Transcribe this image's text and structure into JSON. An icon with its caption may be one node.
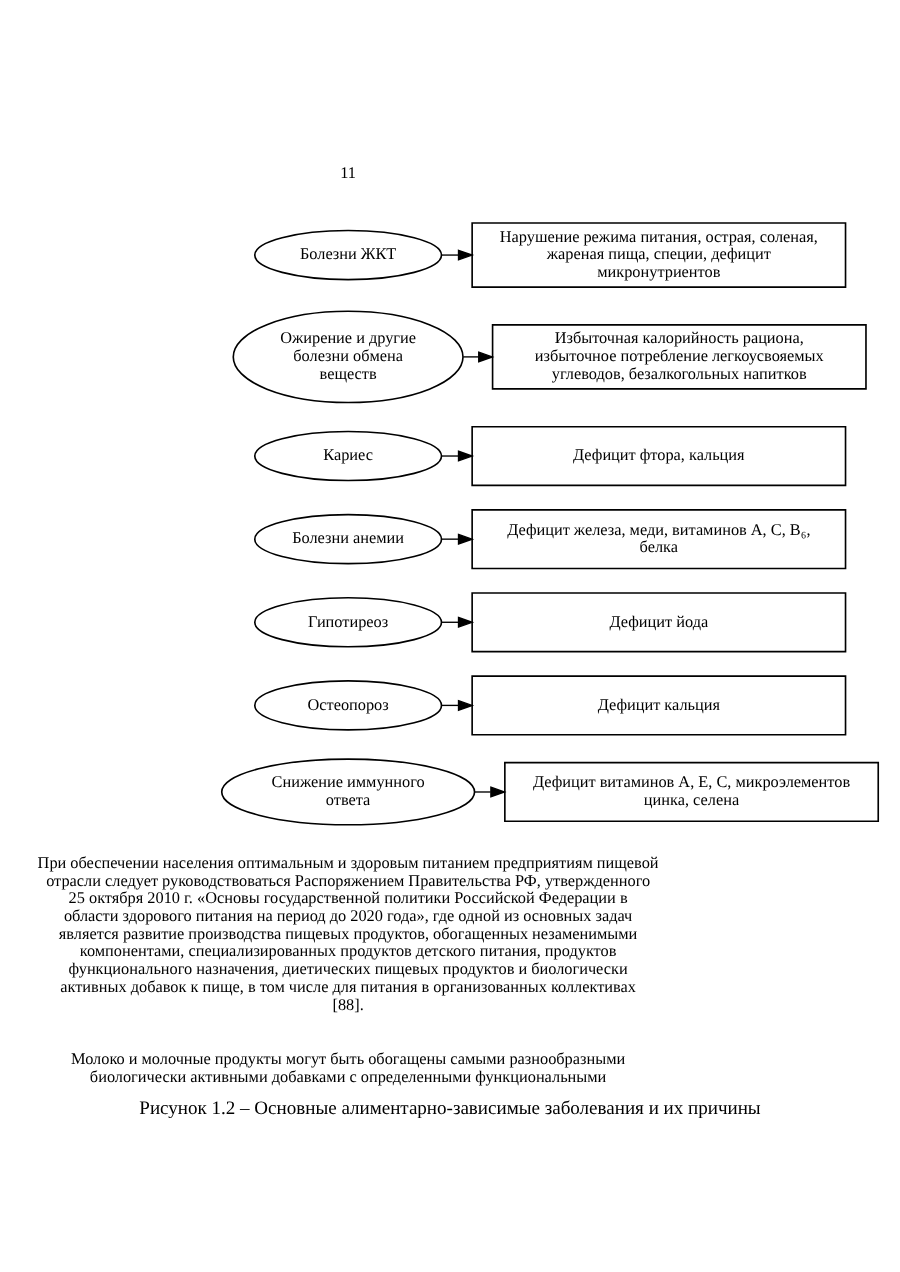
{
  "diagram": {
    "caption": "Рисунок 1.2 – Основные алиментарно-зависимые заболевания и их причины",
    "nodes": [
      {
        "text": [
          "Болезни ЖКТ"
        ]
      },
      {
        "text": [
          "Нарушение режима питания, острая, соленая, жареная пища, специи, дефицит микронутриентов"
        ]
      },
      {
        "text": [
          "Ожирение и другие болезни обмена веществ"
        ]
      },
      {
        "text": [
          "Избыточная калорийность рациона, избыточное потребление легкоусвояемых углеводов, безалкогольных напитков"
        ]
      },
      {
        "text": [
          "Кариес"
        ]
      },
      {
        "text": [
          "Дефицит фтора, кальция"
        ]
      },
      {
        "text": [
          "Болезни анемии"
        ]
      },
      {
        "text": [
          "Дефицит железа, меди, витаминов А, С, B₆, белка"
        ]
      },
      {
        "text": [
          "Гипотиреоз"
        ]
      },
      {
        "text": [
          "Дефицит йода"
        ]
      },
      {
        "text": [
          "Остеопороз"
        ]
      },
      {
        "text": [
          "Дефицит кальция"
        ]
      },
      {
        "text": [
          "Снижение иммунного ответа"
        ]
      },
      {
        "text": [
          "Дефицит витаминов А, Е, С, микроэлементов цинка, селена"
        ]
      }
    ],
    "edges": [
      {
        "from": 0,
        "to": 1,
        "arrow": "to"
      },
      {
        "from": 2,
        "to": 3,
        "arrow": "to"
      },
      {
        "from": 4,
        "to": 5,
        "arrow": "to"
      },
      {
        "from": 6,
        "to": 7,
        "arrow": "to"
      },
      {
        "from": 8,
        "to": 9,
        "arrow": "to"
      },
      {
        "from": 10,
        "to": 11,
        "arrow": "to"
      },
      {
        "from": 12,
        "to": 13,
        "arrow": "to"
      }
    ],
    "labels": [
      "11",
      "При обеспечении населения оптимальным и здоровым питанием предприятиям пищевой отрасли следует руководствоваться Распоряжением Правительства РФ, утвержденного 25 октября 2010 г. «Основы государственной политики Российской Федерации в области здорового питания на период до 2020 года», где одной из основных задач является развитие производства пищевых продуктов, обогащенных незаменимыми компонентами, специализированных продуктов детского питания, продуктов функционального назначения, диетических пищевых продуктов и биологически активных добавок к пище, в том числе для питания в организованных коллективах [88].",
      "Молоко и молочные продукты могут быть обогащены самыми разнообразными биологически активными добавками с определенными функциональными"
    ]
  }
}
